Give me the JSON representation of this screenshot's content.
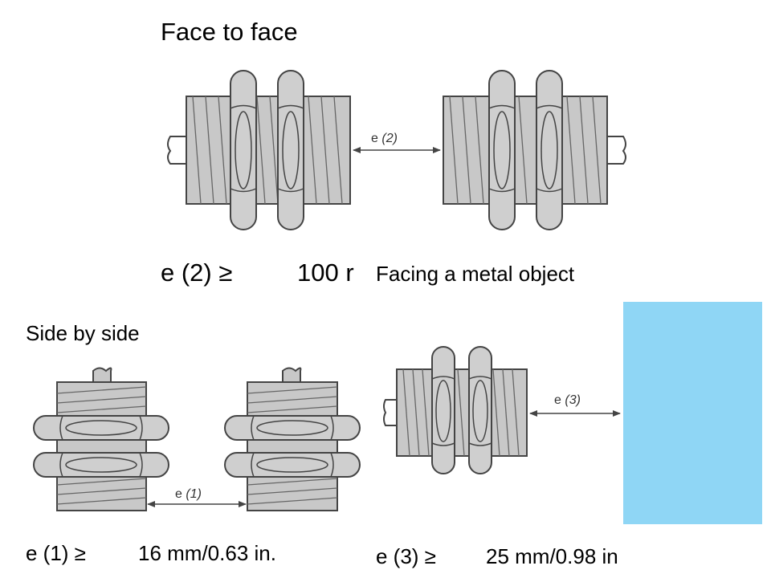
{
  "sections": {
    "face_to_face": {
      "heading": "Face to face",
      "dimension_label": "e",
      "dimension_ref": "(2)",
      "formula_lhs": "e (2) ≥",
      "formula_value": "100 r"
    },
    "side_by_side": {
      "heading": "Side by side",
      "dimension_label": "e",
      "dimension_ref": "(1)",
      "formula_lhs": "e (1) ≥",
      "formula_value": "16 mm/0.63 in."
    },
    "metal_object": {
      "heading": "Facing a metal object",
      "dimension_label": "e",
      "dimension_ref": "(3)",
      "formula_lhs": "e (3) ≥",
      "formula_value": "25 mm/0.98 in",
      "metal_color": "#8fd6f5"
    }
  },
  "colors": {
    "sensor_fill": "#c8c8c8",
    "nut_fill": "#cfcfcf",
    "line": "#444444",
    "thread": "#666666"
  }
}
